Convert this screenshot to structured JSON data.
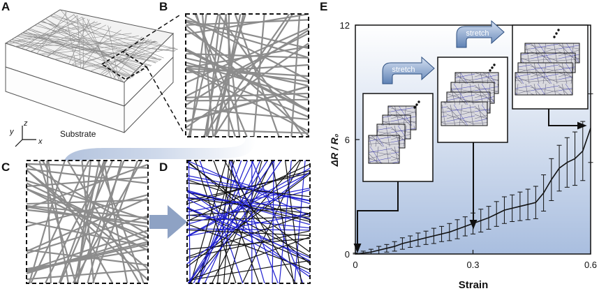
{
  "panels": {
    "a": "A",
    "b": "B",
    "c": "C",
    "d": "D",
    "e": "E"
  },
  "panel_a": {
    "substrate_label": "Substrate",
    "axes": {
      "y": "y",
      "z": "z",
      "x": "x"
    }
  },
  "panel_e": {
    "stretch_labels": [
      "stretch",
      "stretch"
    ]
  },
  "colors": {
    "fiber_gray": "#8c8c8c",
    "fiber_blue": "#1f1fd0",
    "fiber_black": "#111111",
    "plot_gradient_top": "#ffffff",
    "plot_gradient_bottom": "#a9bedf",
    "arrow_fill": "#8ea2c4",
    "stretch_button_top": "#c9d7ee",
    "stretch_button_bottom": "#5f82b5"
  },
  "chart_data": {
    "type": "line",
    "title": "",
    "xlabel": "Strain",
    "ylabel": "ΔR / R₀",
    "xlim": [
      0,
      0.6
    ],
    "ylim": [
      0,
      12
    ],
    "xticks": [
      "0",
      "0.3",
      "0.6"
    ],
    "yticks": [
      "0",
      "6",
      "12"
    ],
    "grid": false,
    "series": [
      {
        "x": [
          0.0,
          0.02,
          0.04,
          0.06,
          0.08,
          0.1,
          0.12,
          0.14,
          0.16,
          0.18,
          0.2,
          0.22,
          0.24,
          0.26,
          0.28,
          0.3,
          0.32,
          0.34,
          0.36,
          0.38,
          0.4,
          0.42,
          0.44,
          0.46,
          0.48,
          0.5,
          0.52,
          0.54,
          0.56,
          0.58,
          0.6
        ],
        "y": [
          0.0,
          0.05,
          0.1,
          0.2,
          0.3,
          0.4,
          0.55,
          0.65,
          0.75,
          0.85,
          0.95,
          1.05,
          1.15,
          1.3,
          1.45,
          1.6,
          1.75,
          1.9,
          2.1,
          2.3,
          2.4,
          2.5,
          2.6,
          2.7,
          3.2,
          3.9,
          4.5,
          4.8,
          5.0,
          5.4,
          6.6
        ],
        "err": [
          0.05,
          0.1,
          0.15,
          0.2,
          0.2,
          0.25,
          0.3,
          0.3,
          0.35,
          0.35,
          0.4,
          0.4,
          0.45,
          0.5,
          0.5,
          0.55,
          0.6,
          0.6,
          0.65,
          0.7,
          0.7,
          0.75,
          0.8,
          0.85,
          0.95,
          1.1,
          1.2,
          1.3,
          1.4,
          1.55,
          1.8
        ]
      }
    ]
  }
}
